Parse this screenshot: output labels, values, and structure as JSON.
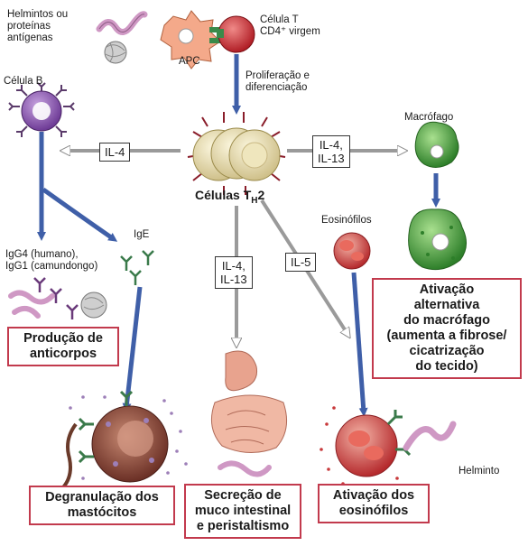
{
  "labels": {
    "helminths": "Helmintos ou\nproteínas\nantígenas",
    "apc": "APC",
    "t_cell": "Célula T\nCD4⁺ virgem",
    "prolif": "Proliferação e\ndiferenciação",
    "b_cell": "Célula B",
    "macrophage": "Macrófago",
    "eosinophils": "Eosinófilos",
    "ige": "IgE",
    "igg": "IgG4 (humano),\nIgG1 (camundongo)",
    "helminth": "Helminto",
    "th2_main": "Células T",
    "th2_sub": "H",
    "th2_suffix": "2"
  },
  "cytokines": {
    "il4_left": "IL-4",
    "il4_il13_right": "IL-4,\nIL-13",
    "il4_il13_down": "IL-4,\nIL-13",
    "il5": "IL-5"
  },
  "outcomes": {
    "antibody": "Produção de\nanticorpos",
    "mast": "Degranulação dos\nmastócitos",
    "mucus": "Secreção de\nmuco intestinal\ne peristaltismo",
    "eosin_act": "Ativação dos\neosinófilos",
    "macro_act": "Ativação\nalternativa\ndo macrófago\n(aumenta a fibrose/\ncicatrização\ndo tecido)"
  },
  "colors": {
    "blue_arrow": "#3f5fa8",
    "grey_arrow": "#9a9a9a",
    "outline_red": "#c23a4d",
    "helminth_pink": "#cf98c4",
    "b_cell": "#8a55b0",
    "t_cell": "#c4262e",
    "macrophage": "#3f9e3a",
    "eosinophil": "#c8393b",
    "mast": "#8b4a3a",
    "th2": "#e9e0b4"
  }
}
